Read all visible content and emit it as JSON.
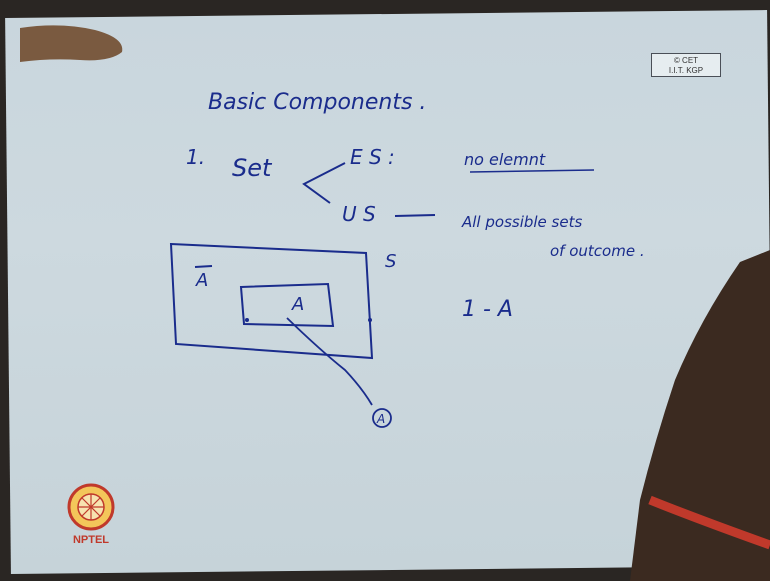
{
  "stamp": {
    "line1": "© CET",
    "line2": "I.I.T. KGP"
  },
  "notes": {
    "title": "Basic Components .",
    "item_number": "1.",
    "set_word": "Set",
    "es_label": "E S :",
    "es_desc": "no elemnt",
    "us_label": "U S",
    "us_desc_1": "All possible sets",
    "us_desc_2": "of outcome .",
    "abar_label": "A",
    "inner_label": "A",
    "s_label": "S",
    "complement": "1 - A",
    "circled_label": "A"
  },
  "logo": {
    "text": "NPTEL"
  },
  "colors": {
    "ink": "#1a2c8c",
    "paper": "#cbd7dd",
    "logo": "#c0392b"
  }
}
